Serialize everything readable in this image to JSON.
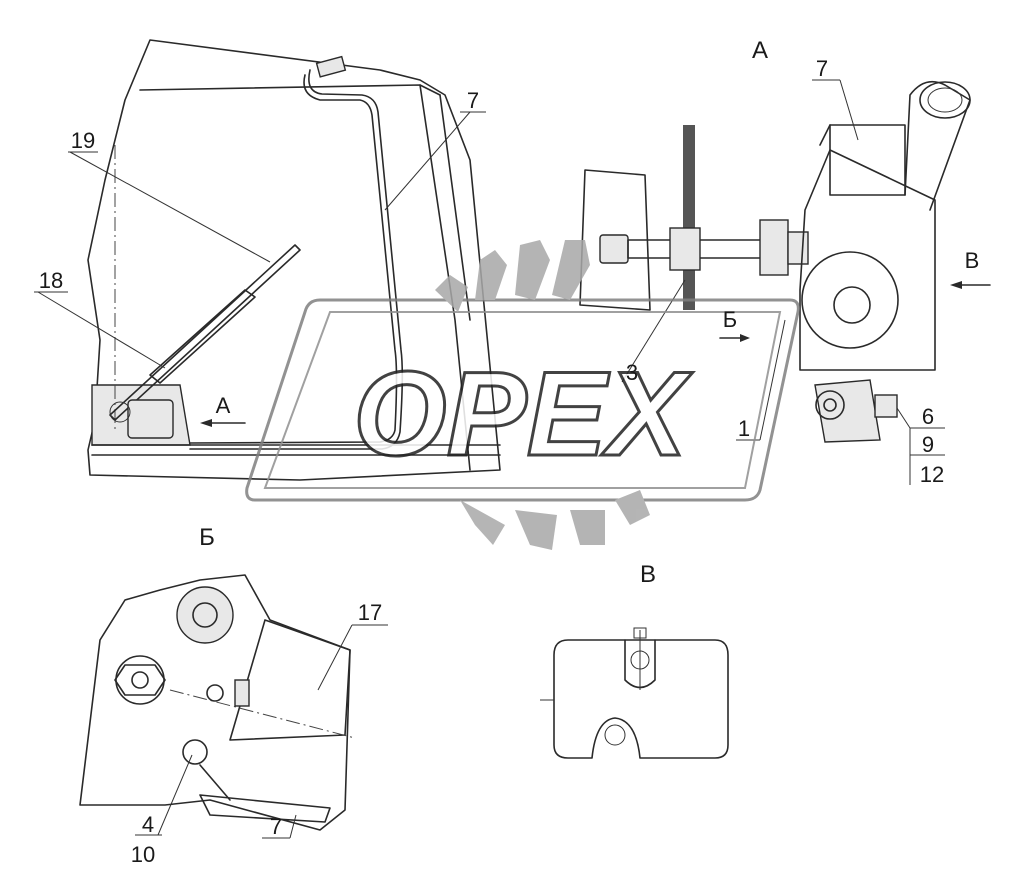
{
  "labels": {
    "view_a": "А",
    "view_b": "Б",
    "view_v": "В",
    "arrow_a": "А",
    "arrow_b": "Б",
    "arrow_v": "В",
    "p1": "1",
    "p3": "3",
    "p4": "4",
    "p6": "6",
    "p7_main": "7",
    "p7_viewa": "7",
    "p7_viewb": "7",
    "p9": "9",
    "p10": "10",
    "p12": "12",
    "p17": "17",
    "p18": "18",
    "p19": "19"
  },
  "watermark": {
    "text": "OPEX",
    "gear_color": "#a0a0a0",
    "text_fill": "#ffffff"
  },
  "colors": {
    "line": "#2a2a2a",
    "shade": "#e8e8e8",
    "hatch": "#555555"
  }
}
